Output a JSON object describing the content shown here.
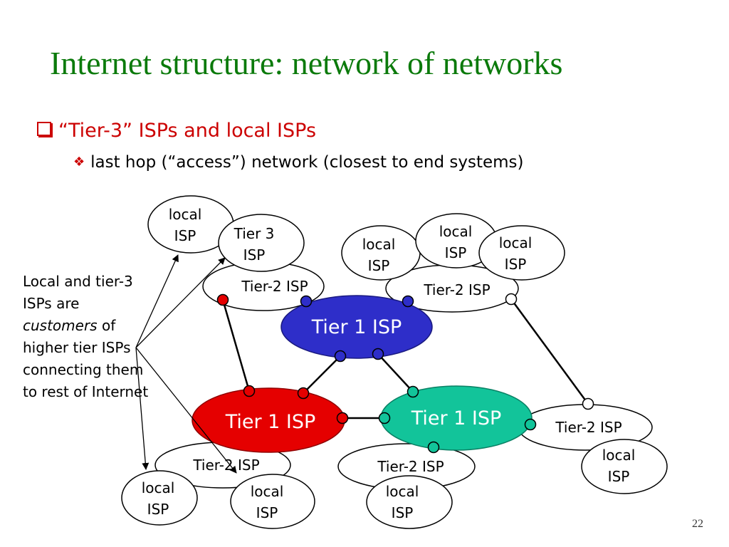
{
  "title": "Internet structure: network of networks",
  "bullet1": "“Tier-3” ISPs and local ISPs",
  "bullet2": "last hop (“access”) network (closest to end systems)",
  "side_note": {
    "pre": "Local and tier-3 ISPs are ",
    "em": "customers",
    "post": " of higher tier ISPs connecting them to rest of Internet"
  },
  "page_number": "22",
  "nodes": {
    "t1_blue": "Tier 1 ISP",
    "t1_red": "Tier 1 ISP",
    "t1_green": "Tier 1 ISP",
    "t2_top_left": "Tier-2 ISP",
    "t2_top_right": "Tier-2 ISP",
    "t2_bottom_left": "Tier-2 ISP",
    "t2_bottom_mid": "Tier-2 ISP",
    "t2_right": "Tier-2 ISP",
    "tier3": [
      "Tier 3",
      "ISP"
    ],
    "local_isp": [
      "local",
      "ISP"
    ]
  },
  "colors": {
    "title": "#0b7a0b",
    "bullet": "#cc0000",
    "tier1_blue": "#2e2ec9",
    "tier1_red": "#e50000",
    "tier1_green": "#12c49a",
    "router_red": "#e50000",
    "router_blue": "#2e2ec9",
    "router_green": "#12c49a",
    "router_white": "#ffffff"
  }
}
